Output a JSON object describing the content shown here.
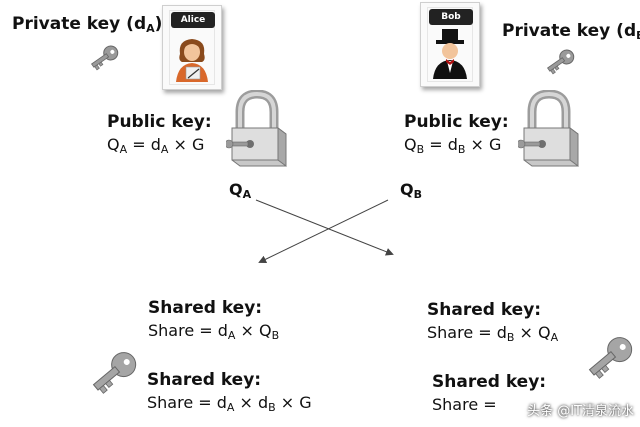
{
  "alice": {
    "name": "Alice",
    "private_key_title": "Private key (d",
    "private_key_sub": "A",
    "public_key_title": "Public key:",
    "public_formula": {
      "q": "Q",
      "qs": "A",
      "eq": " = d",
      "ds": "A",
      "rest": " × G"
    },
    "q_label": {
      "q": "Q",
      "sub": "A"
    },
    "shared1_title": "Shared key:",
    "shared1_formula": {
      "p1": "Share = d",
      "s1": "A",
      "p2": " × Q",
      "s2": "B"
    },
    "shared2_title": "Shared key:",
    "shared2_formula": {
      "p1": "Share = d",
      "s1": "A",
      "p2": " × d",
      "s2": "B",
      "p3": " × G"
    }
  },
  "bob": {
    "name": "Bob",
    "private_key_title": "Private key (d",
    "private_key_sub": "B",
    "public_key_title": "Public key:",
    "public_formula": {
      "q": "Q",
      "qs": "B",
      "eq": " = d",
      "ds": "B",
      "rest": " × G"
    },
    "q_label": {
      "q": "Q",
      "sub": "B"
    },
    "shared1_title": "Shared key:",
    "shared1_formula": {
      "p1": "Share = d",
      "s1": "B",
      "p2": " × Q",
      "s2": "A"
    },
    "shared2_title": "Shared key:",
    "shared2_formula": {
      "p1": "Share = ",
      "s1": "",
      "p2": "",
      "s2": "",
      "p3": ""
    }
  },
  "close_paren": ")",
  "watermark": "头条 @IT清泉流水",
  "colors": {
    "key_gray": "#9a9a9a",
    "lock_gray": "#b8b8b8",
    "arrow": "#444444"
  }
}
